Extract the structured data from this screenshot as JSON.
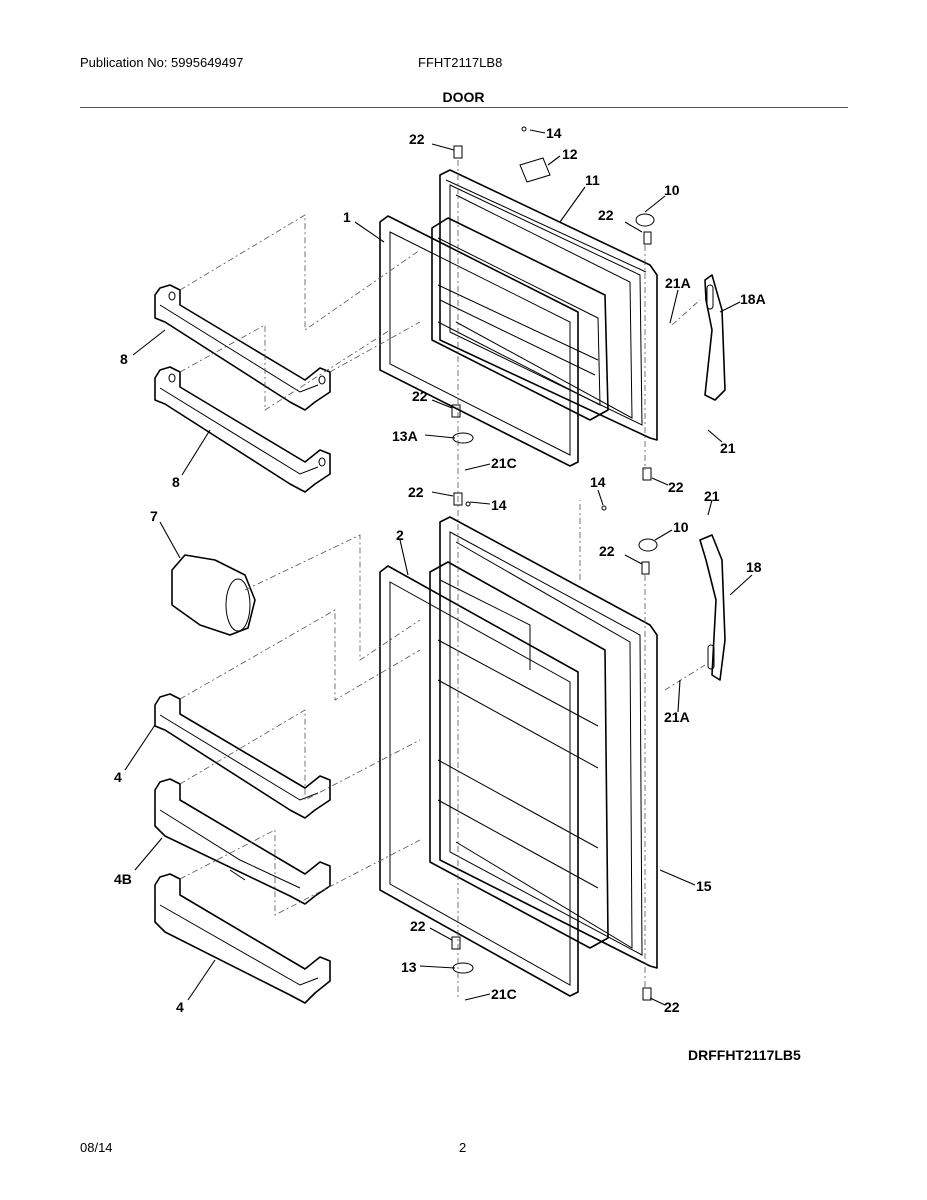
{
  "header": {
    "publication": "Publication No: 5995649497",
    "model": "FFHT2117LB8",
    "section_title": "DOOR"
  },
  "diagram_code": "DRFFHT2117LB5",
  "footer": {
    "date": "08/14",
    "page": "2"
  },
  "callouts": [
    "22",
    "14",
    "12",
    "11",
    "10",
    "22",
    "1",
    "21A",
    "18A",
    "8",
    "8",
    "22",
    "13A",
    "21C",
    "21",
    "22",
    "22",
    "14",
    "14",
    "21",
    "7",
    "2",
    "10",
    "22",
    "18",
    "21A",
    "4",
    "4B",
    "15",
    "22",
    "13",
    "21C",
    "22",
    "4"
  ]
}
